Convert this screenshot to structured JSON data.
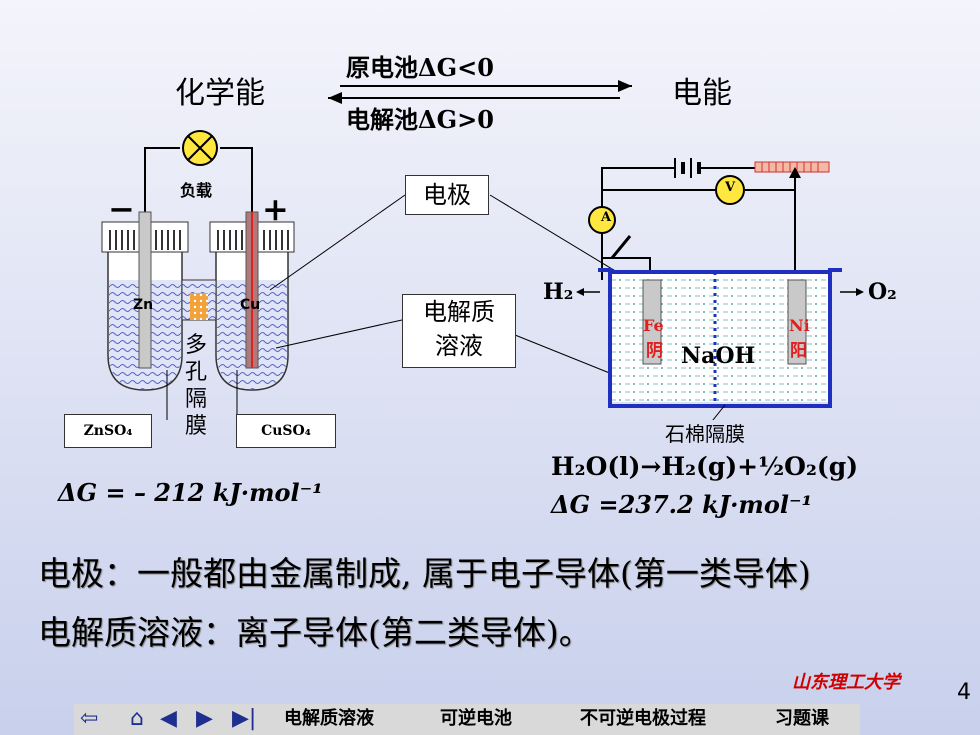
{
  "header": {
    "left": "化学能",
    "right": "电能",
    "arrow_top": "原电池ΔG<0",
    "arrow_bottom": "电解池ΔG>0"
  },
  "galvanic": {
    "load": "负载",
    "minus": "−",
    "plus": "+",
    "zn": "Zn",
    "cu": "Cu",
    "membrane": "多孔隔膜",
    "zn_solution": "ZnSO₄",
    "cu_solution": "CuSO₄",
    "delta_g": "ΔG = – 212 kJ·mol⁻¹"
  },
  "callouts": {
    "electrode": "电极",
    "electrolyte_line1": "电解质",
    "electrolyte_line2": "溶液"
  },
  "electrolytic": {
    "ammeter": "A",
    "voltmeter": "V",
    "h2": "H₂",
    "o2": "O₂",
    "fe": "Fe",
    "cathode": "阴",
    "ni": "Ni",
    "anode": "阳",
    "naoh": "NaOH",
    "membrane": "石棉隔膜",
    "reaction": "H₂O(l)→H₂(g)+½O₂(g)",
    "delta_g": "ΔG =237.2 kJ·mol⁻¹"
  },
  "text": {
    "line1": "电极：一般都由金属制成, 属于电子导体(第一类导体)",
    "line2": "电解质溶液：离子导体(第二类导体)。"
  },
  "footer": {
    "logo": "山东理工大学",
    "page_number": "4",
    "nav": [
      "电解质溶液",
      "可逆电池",
      "不可逆电极过程",
      "习题课"
    ]
  }
}
